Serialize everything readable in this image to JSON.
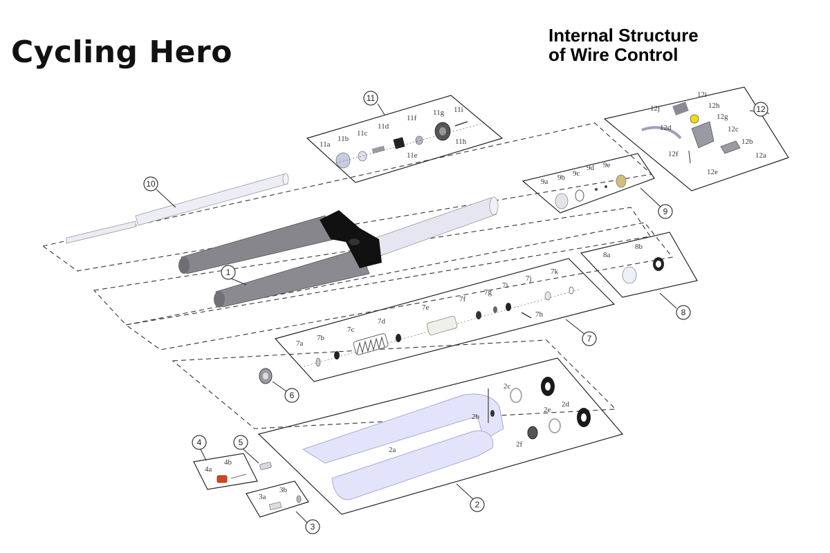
{
  "header": {
    "brand": "Cycling Hero",
    "title_line1": "Internal Structure",
    "title_line2": "of Wire Control"
  },
  "callouts": {
    "c1": "1",
    "c2": "2",
    "c3": "3",
    "c4": "4",
    "c5": "5",
    "c6": "6",
    "c7": "7",
    "c8": "8",
    "c9": "9",
    "c10": "10",
    "c11": "11",
    "c12": "12"
  },
  "labels": {
    "l2a": "2a",
    "l2b": "2b",
    "l2c": "2c",
    "l2d": "2d",
    "l2e": "2e",
    "l2f": "2f",
    "l3a": "3a",
    "l3b": "3b",
    "l4a": "4a",
    "l4b": "4b",
    "l7a": "7a",
    "l7b": "7b",
    "l7c": "7c",
    "l7d": "7d",
    "l7e": "7e",
    "l7f": "7f",
    "l7g": "7g",
    "l7h": "7h",
    "l7i": "7i",
    "l7j": "7j",
    "l7k": "7k",
    "l8a": "8a",
    "l8b": "8b",
    "l9a": "9a",
    "l9b": "9b",
    "l9c": "9c",
    "l9d": "9d",
    "l9e": "9e",
    "l11a": "11a",
    "l11b": "11b",
    "l11c": "11c",
    "l11d": "11d",
    "l11e": "11e",
    "l11f": "11f",
    "l11g": "11g",
    "l11h": "11h",
    "l11i": "11i",
    "l12a": "12a",
    "l12b": "12b",
    "l12c": "12c",
    "l12d": "12d",
    "l12e": "12e",
    "l12f": "12f",
    "l12g": "12g",
    "l12h": "12h",
    "l12i": "12i",
    "l12j": "12j"
  },
  "colors": {
    "lower_leg": "#e3e4fb",
    "stanchion": "#86868c",
    "crown": "#111111",
    "steerer": "#e6e6f2",
    "accent_red": "#d8441c",
    "seal_black": "#1a1a1a"
  }
}
